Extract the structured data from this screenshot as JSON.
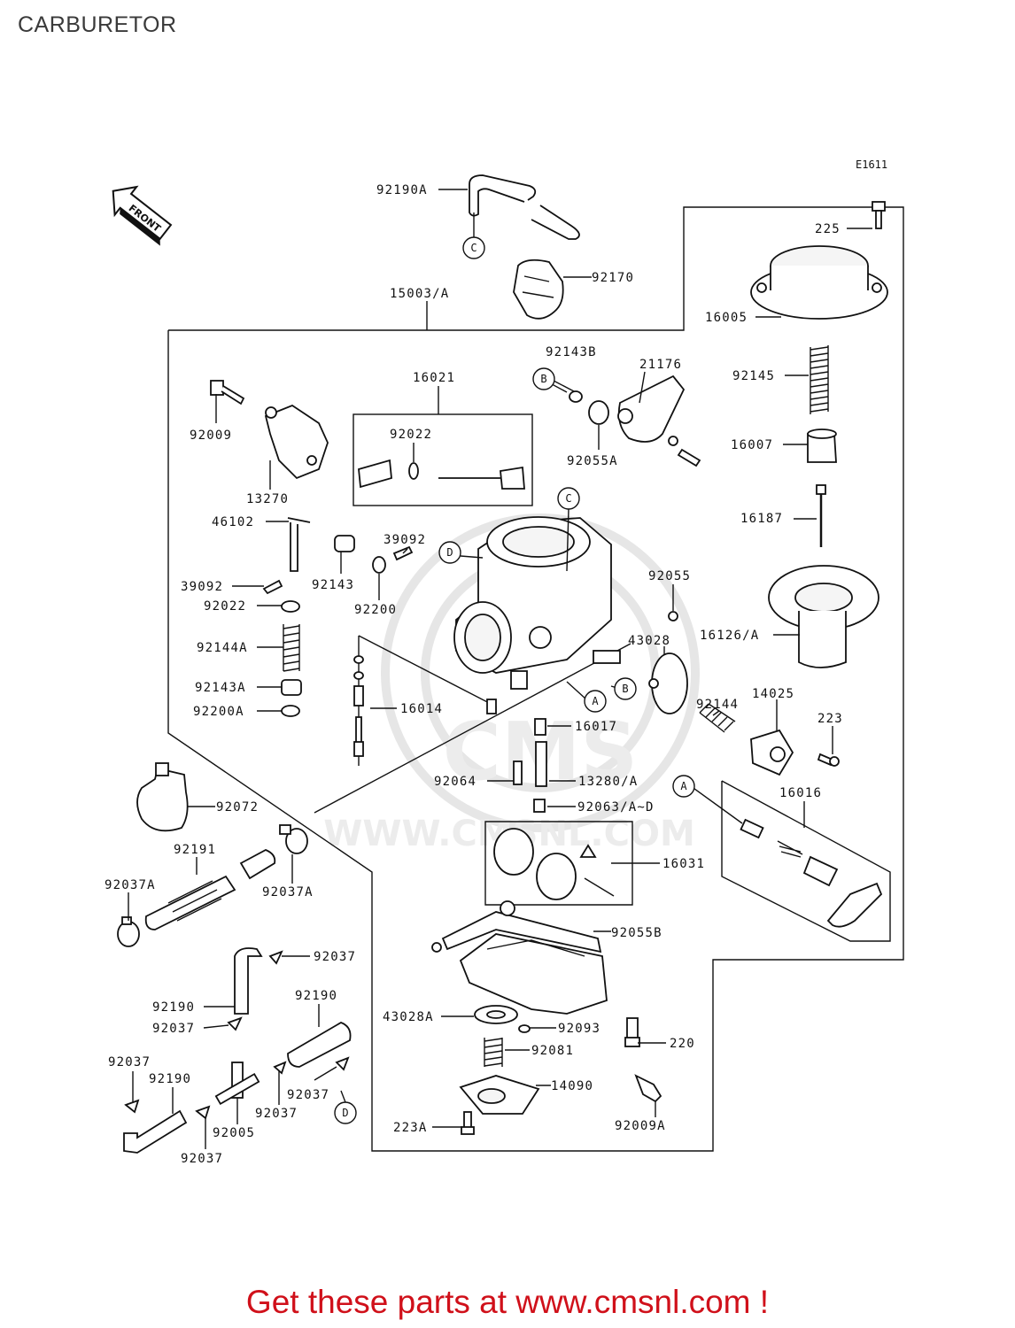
{
  "page": {
    "title": "CARBURETOR",
    "diagram_code": "E1611"
  },
  "front_arrow": {
    "label": "FRONT"
  },
  "watermark": {
    "brand": "CMS",
    "url": "WWW.CMSNL.COM"
  },
  "parts": {
    "p92190A": "92190A",
    "p92170": "92170",
    "p15003A": "15003/A",
    "p225": "225",
    "p16005": "16005",
    "p92143B": "92143B",
    "p21176": "21176",
    "p16021": "16021",
    "p92145": "92145",
    "p92009": "92009",
    "p92022a": "92022",
    "p92055A": "92055A",
    "p16007": "16007",
    "p13270": "13270",
    "p16187": "16187",
    "p46102": "46102",
    "p39092a": "39092",
    "p92143": "92143",
    "p39092b": "39092",
    "p92022b": "92022",
    "p92200": "92200",
    "p92055": "92055",
    "p92144A": "92144A",
    "p43028": "43028",
    "p16126A": "16126/A",
    "p92143A": "92143A",
    "p92200A": "92200A",
    "p16014": "16014",
    "p92144": "92144",
    "p14025": "14025",
    "p223": "223",
    "p16017": "16017",
    "p92064": "92064",
    "p13280A": "13280/A",
    "p16016": "16016",
    "p92063AD": "92063/A~D",
    "p92072": "92072",
    "p92191": "92191",
    "p16031": "16031",
    "p92037Aa": "92037A",
    "p92037Ab": "92037A",
    "p92055B": "92055B",
    "p92037a": "92037",
    "p92190a": "92190",
    "p92190b": "92190",
    "p43028A": "43028A",
    "p92093": "92093",
    "p220": "220",
    "p92037b": "92037",
    "p92081": "92081",
    "p92037c": "92037",
    "p92190c": "92190",
    "p14090": "14090",
    "p92037d": "92037",
    "p92037e": "92037",
    "p92005": "92005",
    "p223A": "223A",
    "p92009A": "92009A",
    "p92037f": "92037"
  },
  "refs": {
    "a": "A",
    "b": "B",
    "c": "C",
    "d": "D"
  },
  "footer": {
    "text": "Get these parts at www.cmsnl.com !",
    "color": "#d0101a"
  }
}
